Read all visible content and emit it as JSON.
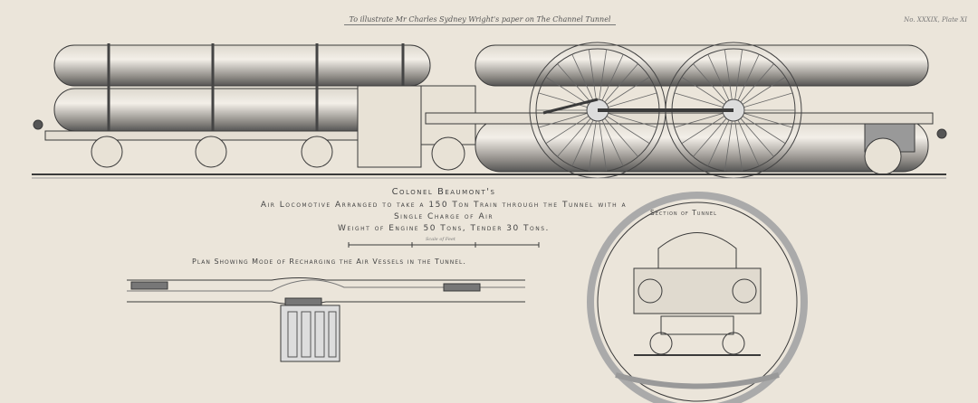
{
  "header": {
    "caption": "To illustrate Mr Charles Sydney Wright's paper on The Channel Tunnel",
    "plate": "No. XXXIX, Plate XI"
  },
  "title": {
    "line1": "Colonel Beaumont's",
    "line2": "Air Locomotive Arranged to take a 150 Ton Train through the Tunnel with a",
    "line3": "Single Charge of Air",
    "line4": "Weight of Engine 50 Tons, Tender 30 Tons."
  },
  "scale": {
    "label": "Scale of Feet"
  },
  "plan": {
    "label": "Plan Showing Mode of Recharging the Air Vessels in the Tunnel."
  },
  "section": {
    "label": "Section of Tunnel"
  }
}
